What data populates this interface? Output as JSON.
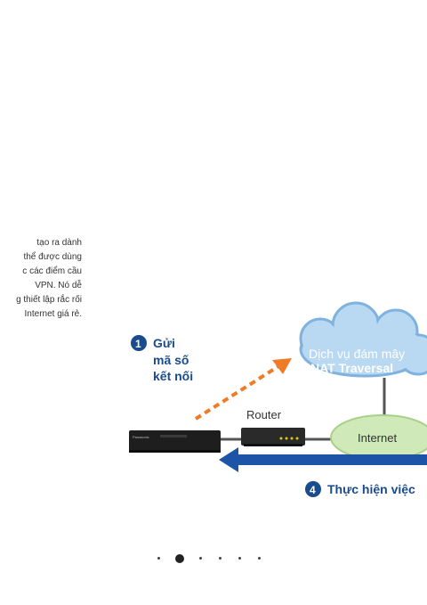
{
  "description_lines": [
    "tạo ra dành",
    "thể được dùng",
    "c các điểm cầu",
    "VPN. Nó dễ",
    "g thiết lập rắc rối",
    "Internet giá rẻ."
  ],
  "diagram": {
    "step1_number": "1",
    "step1_lines": [
      "Gửi",
      "mã số",
      "kết nối"
    ],
    "cloud_line1": "Dịch vụ đám mây",
    "cloud_line2": "NAT Traversal",
    "router_label": "Router",
    "internet_label": "Internet",
    "step4_number": "4",
    "step4_text": "Thực hiện việc",
    "device_brand": "Panasonic"
  },
  "carousel": {
    "active_index": 1,
    "count": 6
  }
}
